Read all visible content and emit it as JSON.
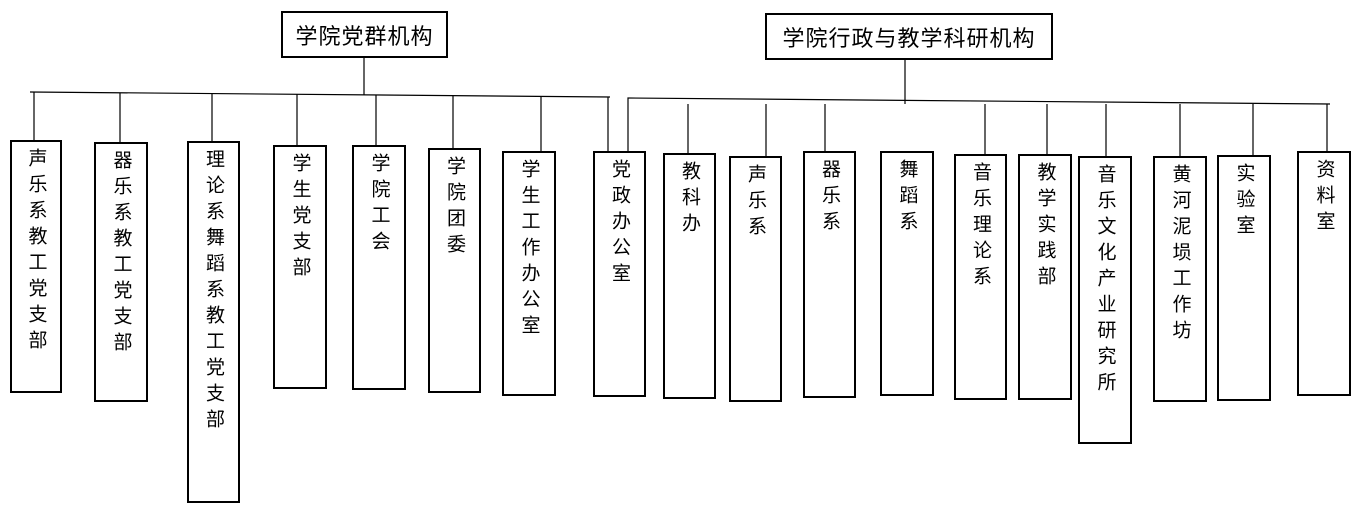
{
  "party": {
    "title": "学院党群机构",
    "units": [
      "声乐系教工党支部",
      "器乐系教工党支部",
      "理论系舞蹈系教工党支部",
      "学生党支部",
      "学院工会",
      "学院团委",
      "学生工作办公室"
    ]
  },
  "admin": {
    "title": "学院行政与教学科研机构",
    "units": [
      "党政办公室",
      "教科办",
      "声乐系",
      "器乐系",
      "舞蹈系",
      "音乐理论系",
      "教学实践部",
      "音乐文化产业研究所",
      "黄河泥埙工作坊",
      "实验室",
      "资料室"
    ]
  }
}
